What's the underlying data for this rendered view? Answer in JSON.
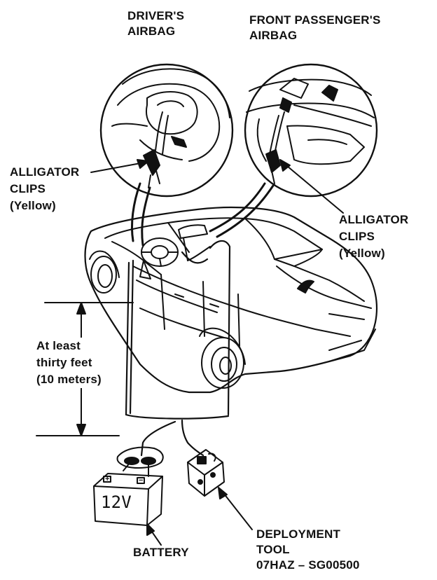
{
  "labels": {
    "drivers_airbag": [
      "DRIVER'S",
      "AIRBAG"
    ],
    "passenger_airbag": [
      "FRONT PASSENGER'S",
      "AIRBAG"
    ],
    "alligator_left": [
      "ALLIGATOR",
      "CLIPS",
      "(Yellow)"
    ],
    "alligator_right": [
      "ALLIGATOR",
      "CLIPS",
      "(Yellow)"
    ],
    "distance": [
      "At least",
      "thirty feet",
      "(10 meters)"
    ],
    "battery": "BATTERY",
    "battery_voltage": "12V",
    "battery_terminals": [
      "+",
      "−"
    ],
    "deployment_tool": [
      "DEPLOYMENT",
      "TOOL",
      "07HAZ – SG00500"
    ]
  },
  "colors": {
    "ink": "#111111",
    "paper": "#ffffff"
  }
}
